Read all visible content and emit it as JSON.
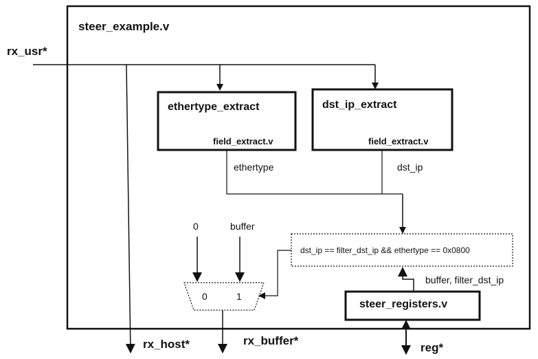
{
  "module_title": "steer_example.v",
  "ports": {
    "rx_usr": "rx_usr*",
    "rx_host": "rx_host*",
    "rx_buffer": "rx_buffer*",
    "reg": "reg*"
  },
  "blocks": {
    "ethertype_extract": {
      "name": "ethertype_extract",
      "file": "field_extract.v"
    },
    "dst_ip_extract": {
      "name": "dst_ip_extract",
      "file": "field_extract.v"
    },
    "steer_registers": {
      "name": "steer_registers.v"
    }
  },
  "signals": {
    "ethertype": "ethertype",
    "dst_ip": "dst_ip",
    "const_zero": "0",
    "buffer": "buffer",
    "regs_out": "buffer, filter_dst_ip"
  },
  "condition": "dst_ip == filter_dst_ip && ethertype == 0x0800",
  "mux": {
    "input0": "0",
    "input1": "1"
  },
  "colors": {
    "line": "#111111",
    "background": "#ffffff"
  }
}
